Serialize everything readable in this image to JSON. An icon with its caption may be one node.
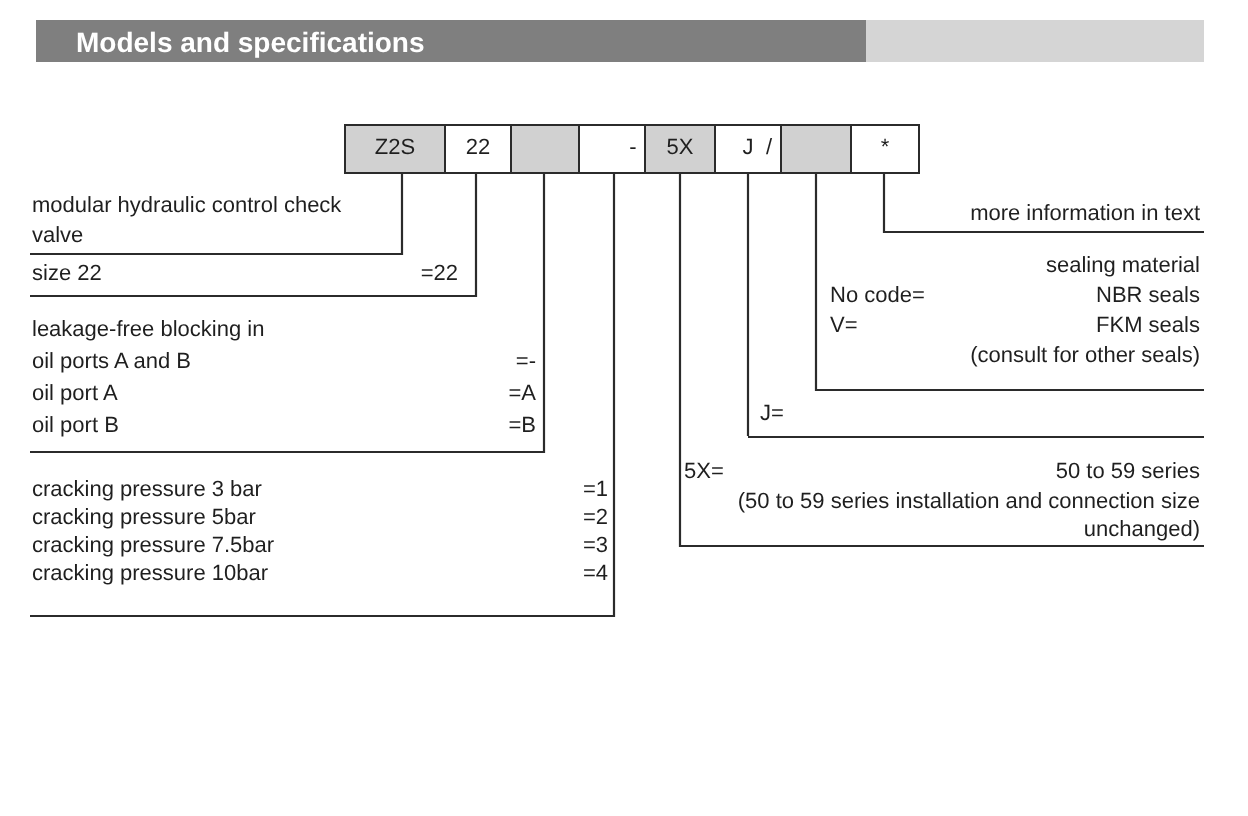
{
  "diagram": {
    "title": "Models and specifications",
    "nodes": [
      {
        "text": [
          "Z2S"
        ]
      },
      {
        "text": [
          "22"
        ]
      },
      {
        "text": [],
        "shape": "box"
      },
      {
        "text": [],
        "shape": "box"
      },
      {
        "text": [
          "5X"
        ]
      },
      {
        "text": [
          "J"
        ]
      },
      {
        "text": [],
        "shape": "box"
      },
      {
        "text": [
          "*"
        ]
      },
      {
        "text": [
          "modular hydraulic control check valve"
        ]
      },
      {
        "text": [
          "size 22",
          "=22"
        ]
      },
      {
        "text": [
          "leakage-free blocking in",
          "oil ports A and B",
          "=-",
          "oil port A",
          "=A",
          "oil port B",
          "=B"
        ]
      },
      {
        "text": [
          "cracking pressure 3 bar",
          "=1",
          "cracking pressure 5bar",
          "=2",
          "cracking pressure 7.5bar",
          "=3",
          "cracking pressure 10bar",
          "=4"
        ]
      },
      {
        "text": [
          "more information in text"
        ]
      },
      {
        "text": [
          "sealing material",
          "No code=",
          "NBR seals",
          "V=",
          "FKM seals",
          "(consult for other seals)"
        ]
      },
      {
        "text": [
          "J="
        ]
      },
      {
        "text": [
          "5X=",
          "50 to 59 series",
          "(50 to 59 series installation and connection size unchanged)"
        ]
      }
    ],
    "edges": [
      {
        "from": 0,
        "to": 8,
        "arrow": "none"
      },
      {
        "from": 1,
        "to": 9,
        "arrow": "none"
      },
      {
        "from": 2,
        "to": 10,
        "arrow": "none"
      },
      {
        "from": 3,
        "to": 11,
        "arrow": "none"
      },
      {
        "from": 7,
        "to": 12,
        "arrow": "none"
      },
      {
        "from": 6,
        "to": 13,
        "arrow": "none"
      },
      {
        "from": 5,
        "to": 14,
        "arrow": "none"
      },
      {
        "from": 4,
        "to": 15,
        "arrow": "none"
      }
    ],
    "labels": [
      "-",
      "/"
    ]
  }
}
